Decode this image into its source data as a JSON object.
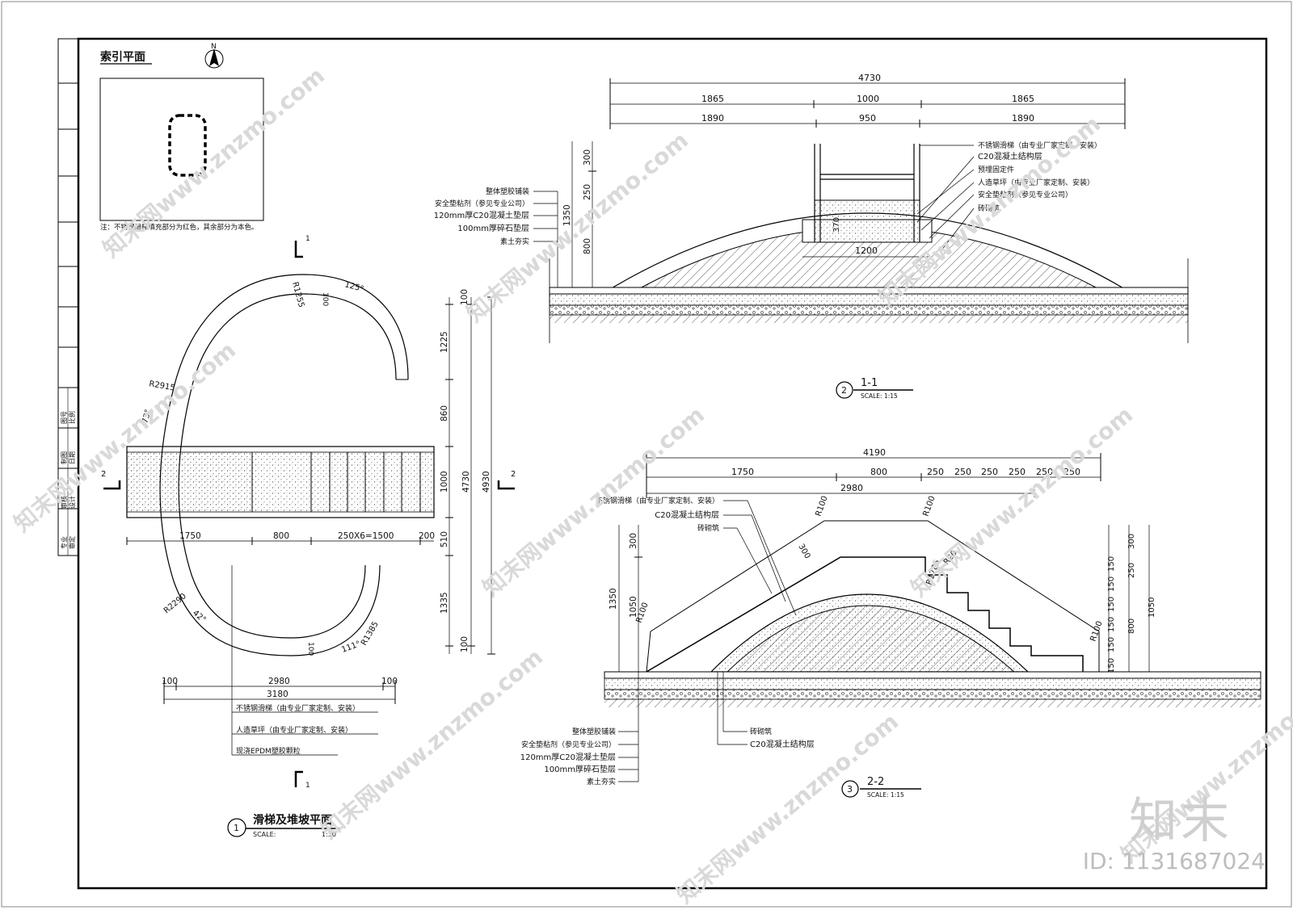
{
  "index_plan": {
    "title": "索引平面",
    "north": "N",
    "note": "注：不锈钢滑梯填充部分为红色，其余部分为本色。"
  },
  "title_block": {
    "rows": [
      "专业",
      "审定",
      "审核",
      "设计",
      "制图",
      "日期",
      "图号",
      "比例"
    ]
  },
  "plan": {
    "marker": "1",
    "title": "滑梯及堆坡平面",
    "scale_label": "SCALE:",
    "scale": "1:30",
    "section_marks": [
      "1",
      "1",
      "2",
      "2"
    ],
    "radii": [
      "R1255",
      "R2915",
      "R2290",
      "R1385"
    ],
    "angles": [
      "125°",
      "73°",
      "42°",
      "111°"
    ],
    "dims_top": [
      "100",
      "100"
    ],
    "dims_row": [
      "1750",
      "800",
      "250X6=1500",
      "200"
    ],
    "dims_bottom": [
      "100",
      "2980",
      "100",
      "3180"
    ],
    "dims_right": [
      "100",
      "1225",
      "860",
      "1000",
      "510",
      "1335",
      "100",
      "4730",
      "4930"
    ],
    "callouts": [
      "不锈钢滑梯（由专业厂家定制、安装）",
      "人造草坪（由专业厂家定制、安装）",
      "现浇EPDM塑胶颗粒"
    ]
  },
  "section_1": {
    "marker": "2",
    "title": "1-1",
    "scale": "SCALE:  1:15",
    "dims_top": [
      "4730",
      "1865",
      "1000",
      "1865",
      "1890",
      "950",
      "1890"
    ],
    "dims_left": [
      "300",
      "250",
      "1350",
      "800"
    ],
    "dims_mid": [
      "370",
      "1200"
    ],
    "callouts_left": [
      "整体塑胶铺装",
      "安全垫粘剂（参见专业公司）",
      "120mm厚C20混凝土垫层",
      "100mm厚碎石垫层",
      "素土夯实"
    ],
    "callouts_right": [
      "不锈钢滑梯（由专业厂家定制、安装）",
      "C20混凝土结构层",
      "预埋固定件",
      "人造草坪（由专业厂家定制、安装）",
      "安全垫粘剂（参见专业公司）",
      "砖砌筑"
    ]
  },
  "section_2": {
    "marker": "3",
    "title": "2-2",
    "scale": "SCALE:  1:15",
    "dims_top": [
      "4190",
      "1750",
      "800",
      "250",
      "250",
      "250",
      "250",
      "250",
      "250",
      "2980"
    ],
    "dims_left": [
      "300",
      "1350",
      "1050"
    ],
    "dims_right": [
      "150",
      "150",
      "150",
      "150",
      "150",
      "150",
      "300",
      "250",
      "800",
      "1050"
    ],
    "radii": [
      "R100",
      "R100",
      "R100",
      "R100",
      "R1785",
      "R20"
    ],
    "dim_300": "300",
    "callouts_top": [
      "不锈钢滑梯（由专业厂家定制、安装）",
      "C20混凝土结构层",
      "砖砌筑"
    ],
    "callouts_left": [
      "整体塑胶铺装",
      "安全垫粘剂（参见专业公司）",
      "120mm厚C20混凝土垫层",
      "100mm厚碎石垫层",
      "素土夯实"
    ],
    "callouts_bottom": [
      "砖砌筑",
      "C20混凝土结构层"
    ]
  },
  "watermark": {
    "text": "知末网www.znzmo.com",
    "brand": "知末",
    "id": "ID: 1131687024"
  }
}
